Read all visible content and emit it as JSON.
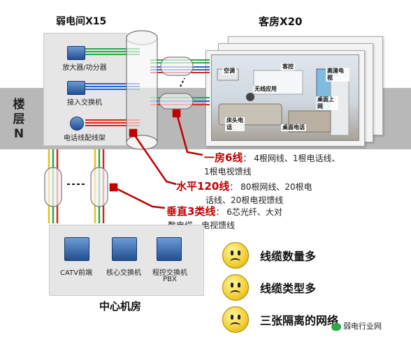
{
  "floor_label": "楼层N",
  "weak_room": {
    "title": "弱电间X15",
    "devices": [
      {
        "name": "放大器/功分器",
        "icon": "amplifier-icon"
      },
      {
        "name": "接入交换机",
        "icon": "access-switch-icon"
      },
      {
        "name": "电话线配线架",
        "icon": "patch-panel-icon"
      }
    ]
  },
  "guest_room": {
    "title": "客房X20",
    "labels": {
      "ac": "空调",
      "guest_control": "客控",
      "hdtv": "高清电视",
      "wireless": "无线应用",
      "desk_net": "桌面上网",
      "bed_phone": "床头电话",
      "desk_phone": "桌面电话"
    }
  },
  "notes": [
    {
      "heading": "一房6线",
      "text": "：  4根网线、1根电话线、",
      "text2": "1根电视馈线"
    },
    {
      "heading": "水平120线",
      "text": "：  80根网线、20根电",
      "text2": "话线、20根电视馈线"
    },
    {
      "heading": "垂直3类线",
      "text": "：  6芯光纤、大对",
      "text2": "数电缆、电视馈线"
    }
  ],
  "center_room": {
    "title": "中心机房",
    "devices": [
      {
        "name": "CATV前端",
        "icon": "catv-headend-icon"
      },
      {
        "name": "核心交换机",
        "icon": "core-switch-icon"
      },
      {
        "name": "程控交换机",
        "name2": "PBX",
        "icon": "pbx-icon"
      }
    ]
  },
  "problems": [
    "线缆数量多",
    "线缆类型多",
    "三张隔离的网络"
  ],
  "watermark": "弱电行业网",
  "colors": {
    "red_line": "#d9261c",
    "green_line": "#2aa84a",
    "blue_line": "#2f5fd0",
    "yellow_line": "#e6c21a",
    "heading_red": "#c00000"
  }
}
